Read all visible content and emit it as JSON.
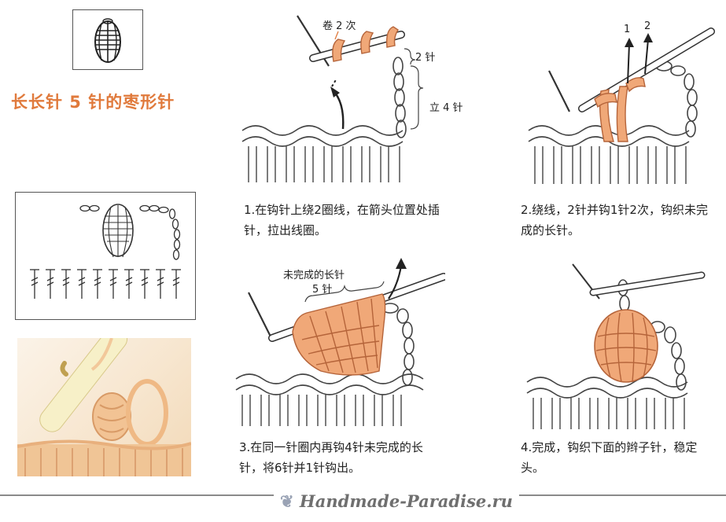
{
  "title": "长长针 5 针的枣形针",
  "steps": [
    {
      "caption": "1.在钩针上绕2圈线，在箭头位置处插针，拉出线圈。",
      "labels": [
        "卷 2 次",
        "2 针",
        "立 4 针"
      ]
    },
    {
      "caption": "2.绕线，2针并钩1针2次，钩织未完成的长针。",
      "labels": [
        "1",
        "2"
      ]
    },
    {
      "caption": "3.在同一针圈内再钩4针未完成的长针，将6针并1针钩出。",
      "labels": [
        "未完成的长针",
        "5 针"
      ]
    },
    {
      "caption": "4.完成，钩织下面的辫子针，稳定头。",
      "labels": []
    }
  ],
  "watermark": "Handmade-Paradise.ru",
  "colors": {
    "title": "#e07a3c",
    "yarn_fill": "#f0a878",
    "yarn_stroke": "#b5643a",
    "line": "#333333"
  },
  "icons": [
    "bobble-symbol-icon",
    "crochet-chart-icon",
    "crochet-photo",
    "butterfly-icon"
  ]
}
